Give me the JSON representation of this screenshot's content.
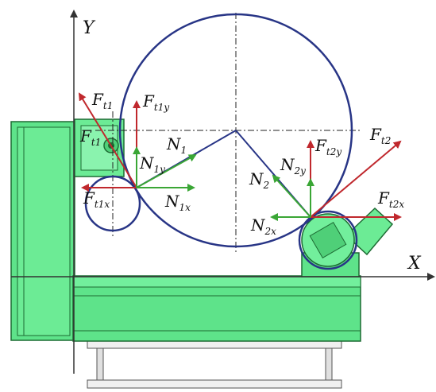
{
  "axes": {
    "x_label": "X",
    "y_label": "Y"
  },
  "force_labels": {
    "ft1": {
      "main": "F",
      "sub": "t1"
    },
    "ft1_inner": {
      "main": "F",
      "sub": "t1"
    },
    "ft1y": {
      "main": "F",
      "sub": "t1y"
    },
    "ft1x": {
      "main": "F",
      "sub": "t1x"
    },
    "n1": {
      "main": "N",
      "sub": "1"
    },
    "n1y": {
      "main": "N",
      "sub": "1y"
    },
    "n1x": {
      "main": "N",
      "sub": "1x"
    },
    "n2": {
      "main": "N",
      "sub": "2"
    },
    "n2y": {
      "main": "N",
      "sub": "2y"
    },
    "n2x": {
      "main": "N",
      "sub": "2x"
    },
    "ft2": {
      "main": "F",
      "sub": "t2"
    },
    "ft2y": {
      "main": "F",
      "sub": "t2y"
    },
    "ft2x": {
      "main": "F",
      "sub": "t2x"
    }
  },
  "colors": {
    "friction_force": "#c0282d",
    "normal_force": "#3aa635",
    "workpiece_outline": "#283586",
    "machine_body": "#5ee38a",
    "machine_edge": "#1d6b33"
  }
}
